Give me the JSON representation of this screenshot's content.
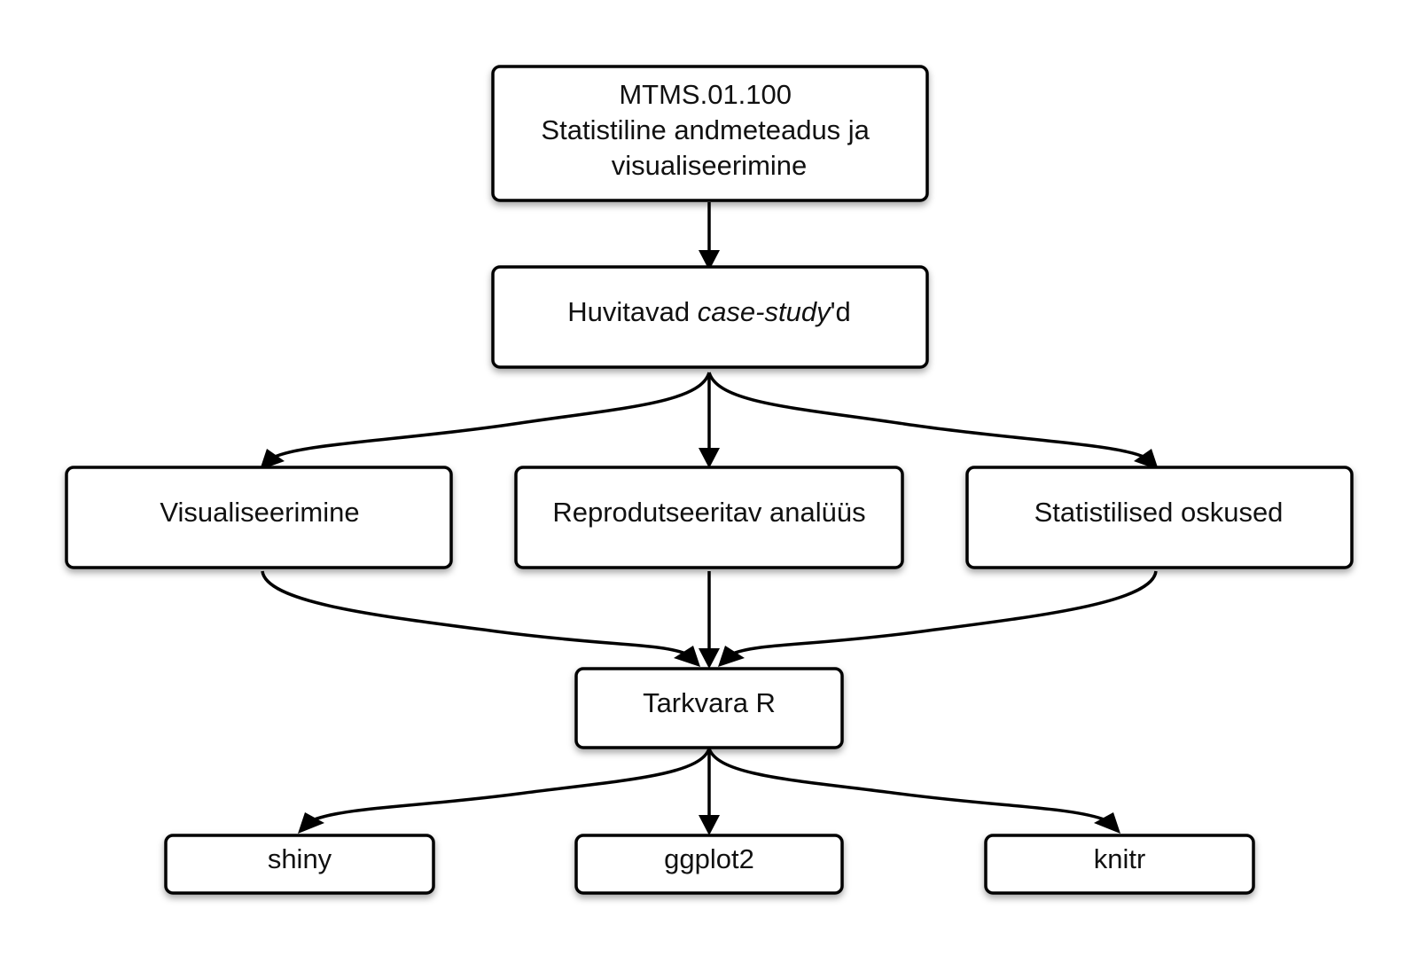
{
  "nodes": {
    "course": {
      "line1": "MTMS.01.100",
      "line2": "Statistiline andmeteadus ja",
      "line3": "visualiseerimine"
    },
    "case_studies": {
      "prefix": "Huvitavad ",
      "italic": "case-study",
      "suffix": "'d"
    },
    "visualization": "Visualiseerimine",
    "reproducible": "Reprodutseeritav analüüs",
    "statistical": "Statistilised oskused",
    "r_software": "Tarkvara R",
    "shiny": "shiny",
    "ggplot2": "ggplot2",
    "knitr": "knitr"
  },
  "edges": [
    {
      "from": "course",
      "to": "case_studies"
    },
    {
      "from": "case_studies",
      "to": "visualization"
    },
    {
      "from": "case_studies",
      "to": "reproducible"
    },
    {
      "from": "case_studies",
      "to": "statistical"
    },
    {
      "from": "visualization",
      "to": "r_software"
    },
    {
      "from": "reproducible",
      "to": "r_software"
    },
    {
      "from": "statistical",
      "to": "r_software"
    },
    {
      "from": "r_software",
      "to": "shiny"
    },
    {
      "from": "r_software",
      "to": "ggplot2"
    },
    {
      "from": "r_software",
      "to": "knitr"
    }
  ],
  "colors": {
    "stroke": "#000000",
    "fill": "#ffffff",
    "text": "#111111"
  }
}
